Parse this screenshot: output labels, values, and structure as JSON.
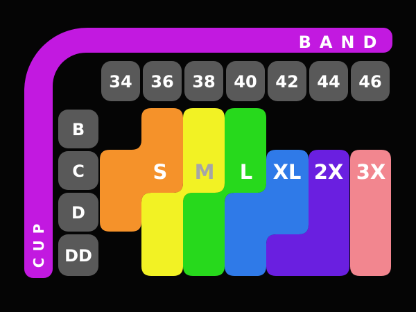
{
  "axes": {
    "band_label": "BAND",
    "cup_label": "CUP"
  },
  "bands": [
    "34",
    "36",
    "38",
    "40",
    "42",
    "44",
    "46"
  ],
  "cups": [
    "B",
    "C",
    "D",
    "DD"
  ],
  "sizes": [
    {
      "id": "s",
      "label": "S",
      "color": "#F5922A",
      "label_color": "#FFFFFF"
    },
    {
      "id": "m",
      "label": "M",
      "color": "#F2F224",
      "label_color": "#A6A6A6"
    },
    {
      "id": "l",
      "label": "L",
      "color": "#27D91C",
      "label_color": "#FFFFFF"
    },
    {
      "id": "xl",
      "label": "XL",
      "color": "#2F7AE8",
      "label_color": "#FFFFFF"
    },
    {
      "id": "2x",
      "label": "2X",
      "color": "#6A1FE0",
      "label_color": "#FFFFFF"
    },
    {
      "id": "3x",
      "label": "3X",
      "color": "#F2868F",
      "label_color": "#FFFFFF"
    }
  ],
  "colors": {
    "background": "#050505",
    "accent": "#C219E0",
    "tile": "#595959",
    "tile_text": "#FFFFFF"
  }
}
